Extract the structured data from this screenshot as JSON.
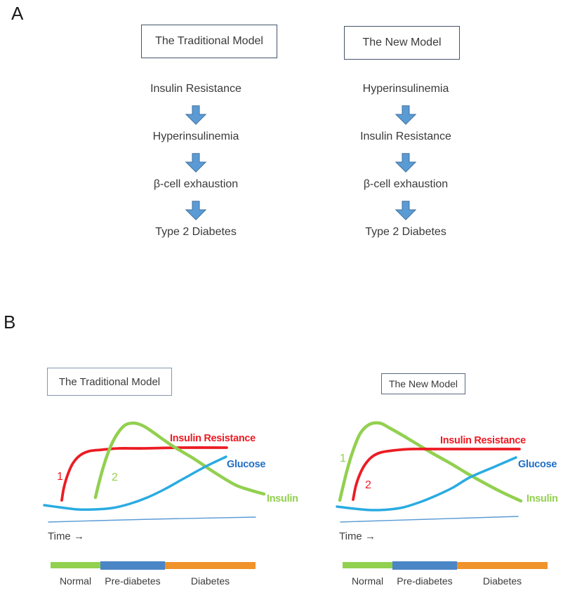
{
  "colors": {
    "insulin_resistance_red": "#EC1C24",
    "insulin_green": "#92D050",
    "glucose_cyan": "#29ABE2",
    "glucose_label_blue": "#1F6FC5",
    "baseline_steel_blue": "#5B9BD5",
    "arrow_fill": "#5B9BD5",
    "arrow_border": "#41719C",
    "stage_normal_green": "#92D050",
    "stage_prediabetes_blue": "#4A86C6",
    "stage_diabetes_orange": "#F0932A",
    "text_dark": "#3A3A3A"
  },
  "panel_a": {
    "label": "A",
    "columns": [
      {
        "title": "The Traditional Model",
        "steps": [
          "Insulin Resistance",
          "Hyperinsulinemia",
          "β-cell exhaustion",
          "Type 2 Diabetes"
        ]
      },
      {
        "title": "The New Model",
        "steps": [
          "Hyperinsulinemia",
          "Insulin Resistance",
          "β-cell exhaustion",
          "Type 2 Diabetes"
        ]
      }
    ]
  },
  "panel_b": {
    "label": "B",
    "charts": [
      {
        "title": "The Traditional Model",
        "time_label": "Time →",
        "stages": [
          {
            "label": "Normal"
          },
          {
            "label": "Pre-diabetes"
          },
          {
            "label": "Diabetes"
          }
        ]
      },
      {
        "title": "The New Model",
        "time_label": "Time →",
        "stages": [
          {
            "label": "Normal"
          },
          {
            "label": "Pre-diabetes"
          },
          {
            "label": "Diabetes"
          }
        ]
      }
    ]
  },
  "chart_data": [
    {
      "type": "line",
      "title": "The Traditional Model",
      "xlabel": "Time →",
      "ylabel": "",
      "axes_note": "conceptual curves, no numeric scale; coords are local svg px (y down), canvas 375x175",
      "order_of_events": [
        "1 = Insulin Resistance rises first",
        "2 = Insulin (hyperinsulinemia) rises second"
      ],
      "stage_spans_fraction": {
        "Normal": [
          0,
          0.24
        ],
        "Pre-diabetes": [
          0.24,
          0.56
        ],
        "Diabetes": [
          0.56,
          1
        ]
      },
      "series": [
        {
          "name": "Insulin Resistance",
          "color": "#EC1C24",
          "stroke_width": 3.8,
          "points": [
            [
              33,
              128
            ],
            [
              36,
              110
            ],
            [
              42,
              90
            ],
            [
              49,
              75
            ],
            [
              59,
              64
            ],
            [
              72,
              58
            ],
            [
              90,
              56
            ],
            [
              115,
              54
            ],
            [
              150,
              54
            ],
            [
              200,
              53
            ],
            [
              268,
              53
            ]
          ]
        },
        {
          "name": "Insulin",
          "color": "#92D050",
          "stroke_width": 4.5,
          "points": [
            [
              81,
              124
            ],
            [
              86,
              103
            ],
            [
              93,
              78
            ],
            [
              101,
              55
            ],
            [
              111,
              35
            ],
            [
              123,
              21
            ],
            [
              136,
              18
            ],
            [
              149,
              22
            ],
            [
              163,
              31
            ],
            [
              190,
              50
            ],
            [
              220,
              68
            ],
            [
              250,
              88
            ],
            [
              280,
              106
            ],
            [
              303,
              114
            ],
            [
              321,
              119
            ]
          ]
        },
        {
          "name": "Glucose",
          "color": "#29ABE2",
          "stroke_width": 3.5,
          "points": [
            [
              8,
              135
            ],
            [
              30,
              138
            ],
            [
              55,
              141
            ],
            [
              80,
              141
            ],
            [
              105,
              139
            ],
            [
              130,
              133
            ],
            [
              155,
              124
            ],
            [
              180,
              112
            ],
            [
              205,
              98
            ],
            [
              232,
              83
            ],
            [
              252,
              73
            ],
            [
              267,
              66
            ]
          ]
        },
        {
          "name": "baseline",
          "color": "#5B9BD5",
          "stroke_width": 1.4,
          "points": [
            [
              14,
              159
            ],
            [
              160,
              155
            ],
            [
              309,
              152
            ]
          ]
        }
      ],
      "annotations": [
        {
          "name": "order-label-1",
          "text": "1",
          "x": 26,
          "y": 99,
          "color": "#EC1C24",
          "size": 16,
          "bold": false
        },
        {
          "name": "order-label-2",
          "text": "2",
          "x": 104,
          "y": 100,
          "color": "#92D050",
          "size": 16,
          "bold": false
        },
        {
          "name": "series-label-insulin-resistance",
          "text": "Insulin Resistance",
          "x": 187,
          "y": 44,
          "color": "#EC1C24",
          "size": 14.5,
          "bold": true
        },
        {
          "name": "series-label-glucose",
          "text": "Glucose",
          "x": 268,
          "y": 81,
          "color": "#1F6FC5",
          "size": 14.5,
          "bold": true
        },
        {
          "name": "series-label-insulin",
          "text": "Insulin",
          "x": 325,
          "y": 130,
          "color": "#92D050",
          "size": 14.5,
          "bold": true
        }
      ]
    },
    {
      "type": "line",
      "title": "The New Model",
      "xlabel": "Time →",
      "ylabel": "",
      "axes_note": "conceptual curves, no numeric scale; coords are local svg px (y down), canvas 330x175",
      "order_of_events": [
        "1 = Insulin (hyperinsulinemia) rises first",
        "2 = Insulin Resistance rises second"
      ],
      "stage_spans_fraction": {
        "Normal": [
          0,
          0.24
        ],
        "Pre-diabetes": [
          0.24,
          0.56
        ],
        "Diabetes": [
          0.56,
          1
        ]
      },
      "series": [
        {
          "name": "Insulin",
          "color": "#92D050",
          "stroke_width": 4.5,
          "points": [
            [
              14,
              128
            ],
            [
              19,
              107
            ],
            [
              25,
              83
            ],
            [
              33,
              57
            ],
            [
              43,
              33
            ],
            [
              56,
              20
            ],
            [
              71,
              18
            ],
            [
              85,
              25
            ],
            [
              101,
              34
            ],
            [
              121,
              46
            ],
            [
              146,
              61
            ],
            [
              171,
              75
            ],
            [
              196,
              90
            ],
            [
              221,
              104
            ],
            [
              246,
              117
            ],
            [
              272,
              129
            ]
          ]
        },
        {
          "name": "Insulin Resistance",
          "color": "#EC1C24",
          "stroke_width": 3.8,
          "points": [
            [
              33,
              127
            ],
            [
              37,
              107
            ],
            [
              43,
              90
            ],
            [
              50,
              77
            ],
            [
              60,
              66
            ],
            [
              72,
              60
            ],
            [
              90,
              57
            ],
            [
              115,
              55
            ],
            [
              150,
              55
            ],
            [
              205,
              55
            ],
            [
              270,
              55
            ]
          ]
        },
        {
          "name": "Glucose",
          "color": "#29ABE2",
          "stroke_width": 3.5,
          "points": [
            [
              10,
              137
            ],
            [
              35,
              140
            ],
            [
              60,
              142
            ],
            [
              85,
              141
            ],
            [
              105,
              138
            ],
            [
              130,
              130
            ],
            [
              152,
              121
            ],
            [
              175,
              110
            ],
            [
              200,
              95
            ],
            [
              235,
              80
            ],
            [
              265,
              67
            ]
          ]
        },
        {
          "name": "baseline",
          "color": "#5B9BD5",
          "stroke_width": 1.4,
          "points": [
            [
              15,
              159
            ],
            [
              140,
              155
            ],
            [
              268,
              151
            ]
          ]
        }
      ],
      "annotations": [
        {
          "name": "order-label-1",
          "text": "1",
          "x": 14,
          "y": 73,
          "color": "#92D050",
          "size": 16,
          "bold": false
        },
        {
          "name": "order-label-2",
          "text": "2",
          "x": 50,
          "y": 111,
          "color": "#EC1C24",
          "size": 16,
          "bold": false
        },
        {
          "name": "series-label-insulin-resistance",
          "text": "Insulin Resistance",
          "x": 157,
          "y": 47,
          "color": "#EC1C24",
          "size": 14.5,
          "bold": true
        },
        {
          "name": "series-label-glucose",
          "text": "Glucose",
          "x": 268,
          "y": 81,
          "color": "#1F6FC5",
          "size": 14.5,
          "bold": true
        },
        {
          "name": "series-label-insulin",
          "text": "Insulin",
          "x": 280,
          "y": 130,
          "color": "#92D050",
          "size": 14.5,
          "bold": true
        }
      ]
    }
  ]
}
